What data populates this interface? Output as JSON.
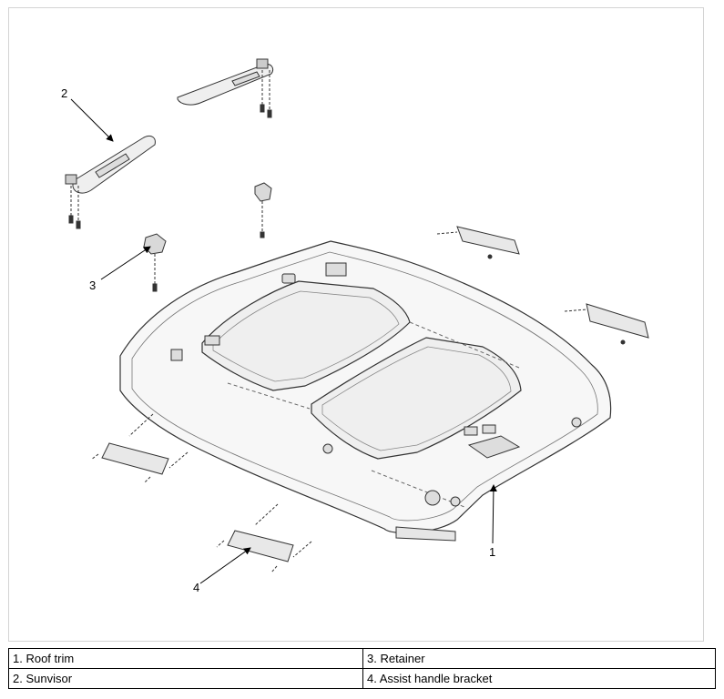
{
  "diagram": {
    "callouts": {
      "c1": "1",
      "c2": "2",
      "c3": "3",
      "c4": "4"
    }
  },
  "legend": {
    "items": [
      "1. Roof trim",
      "2. Sunvisor",
      "3. Retainer",
      "4. Assist handle bracket"
    ]
  }
}
